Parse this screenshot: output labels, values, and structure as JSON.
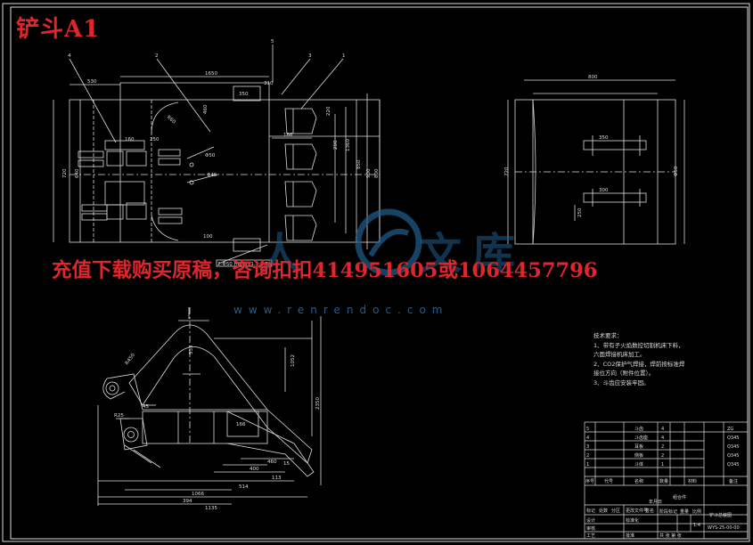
{
  "title": "铲斗A1",
  "banner": "充值下载购买原稿，咨询扣扣414951605或1064457796",
  "watermark": {
    "url": "www.renrendoc.com",
    "chars": [
      "人",
      "文",
      "库"
    ]
  },
  "technical_notes": {
    "heading": "技术要求：",
    "items": [
      "1、带有子火焰数控切割机床下料，",
      "   六面焊接机床加工。",
      "2、CO2保护气焊接，焊前按标准焊",
      "   接位方向（附件位置）。",
      "3、斗齿应安装牢固。"
    ]
  },
  "title_block": {
    "drawing_name": "铲斗总装图",
    "drawing_number": "WYS-25-00-00",
    "material": "组合件",
    "scale": "1:4",
    "sheet": "共  张  第  张",
    "parts_rows": [
      [
        "5",
        "",
        "斗齿",
        "4",
        "",
        "ZG"
      ],
      [
        "4",
        "",
        "斗齿座",
        "4",
        "",
        "Q345"
      ],
      [
        "3",
        "",
        "耳板",
        "2",
        "",
        "Q345"
      ],
      [
        "2",
        "",
        "侧板",
        "2",
        "",
        "Q345"
      ],
      [
        "1",
        "",
        "斗体",
        "1",
        "",
        "Q345"
      ]
    ],
    "parts_header": [
      "序号",
      "代号",
      "名称",
      "数量",
      "材料",
      "备注"
    ],
    "sign_labels": [
      "标记",
      "处数",
      "分区",
      "更改文件号",
      "签名",
      "年月日"
    ],
    "role_labels": [
      "设计",
      "标准化",
      "审核",
      "工艺",
      "批准"
    ],
    "stage_labels": [
      "阶段标记",
      "重量",
      "比例"
    ]
  },
  "dims": {
    "top_view": [
      "1650",
      "530",
      "R60",
      "460",
      "350",
      "310",
      "220",
      "200",
      "166",
      "1360",
      "850",
      "900",
      "800",
      "720",
      "640",
      "Φ50",
      "Φ45",
      "100",
      "250",
      "160",
      "2-Φ50 H8/f8 (1.5;2.5)"
    ],
    "side_view": [
      "720",
      "800",
      "350",
      "300",
      "250",
      "Φ50"
    ],
    "front_view": [
      "R450",
      "535",
      "2350",
      "1052",
      "1066",
      "394",
      "1135",
      "514",
      "400",
      "166",
      "460",
      "15",
      "113",
      "45",
      "R25"
    ],
    "labels": [
      "1",
      "2",
      "3",
      "4",
      "5"
    ]
  }
}
